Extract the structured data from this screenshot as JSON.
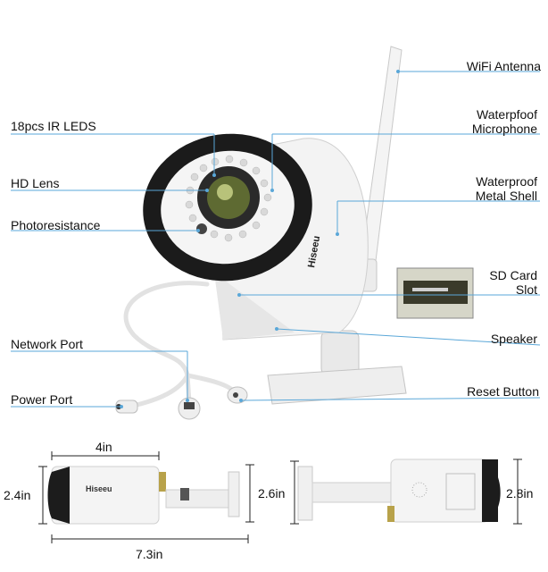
{
  "brand": "Hiseeu",
  "callouts": {
    "wifi_antenna": "WiFi Antenna",
    "ir_leds": "18pcs IR LEDS",
    "microphone_line1": "Waterpfoof",
    "microphone_line2": "Microphone",
    "hd_lens": "HD Lens",
    "shell_line1": "Waterproof",
    "shell_line2": "Metal Shell",
    "photoresistance": "Photoresistance",
    "sd_line1": "SD Card",
    "sd_line2": "Slot",
    "speaker": "Speaker",
    "network_port": "Network Port",
    "reset_button": "Reset Button",
    "power_port": "Power Port"
  },
  "dimensions": {
    "width_top": "4in",
    "height_left": "2.4in",
    "height_mid": "2.6in",
    "height_right": "2.8in",
    "length_total": "7.3in"
  },
  "colors": {
    "callout_line": "#5aa7d8",
    "camera_body": "#f2f2f2",
    "camera_front": "#1c1c1c",
    "led": "#d8d8d8",
    "lens": "#6b7a3a"
  }
}
